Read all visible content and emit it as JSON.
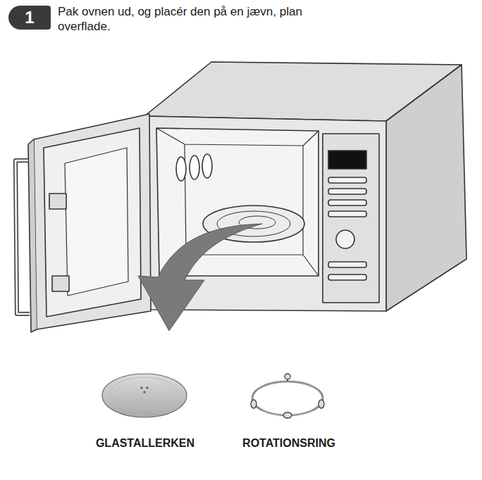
{
  "diagram": {
    "nodes": [
      {
        "text": [
          "1"
        ]
      }
    ],
    "labels": [
      "Pak ovnen ud, og placér den på en jævn, plan overflade.",
      "GLASTALLERKEN",
      "ROTATIONSRING"
    ]
  }
}
